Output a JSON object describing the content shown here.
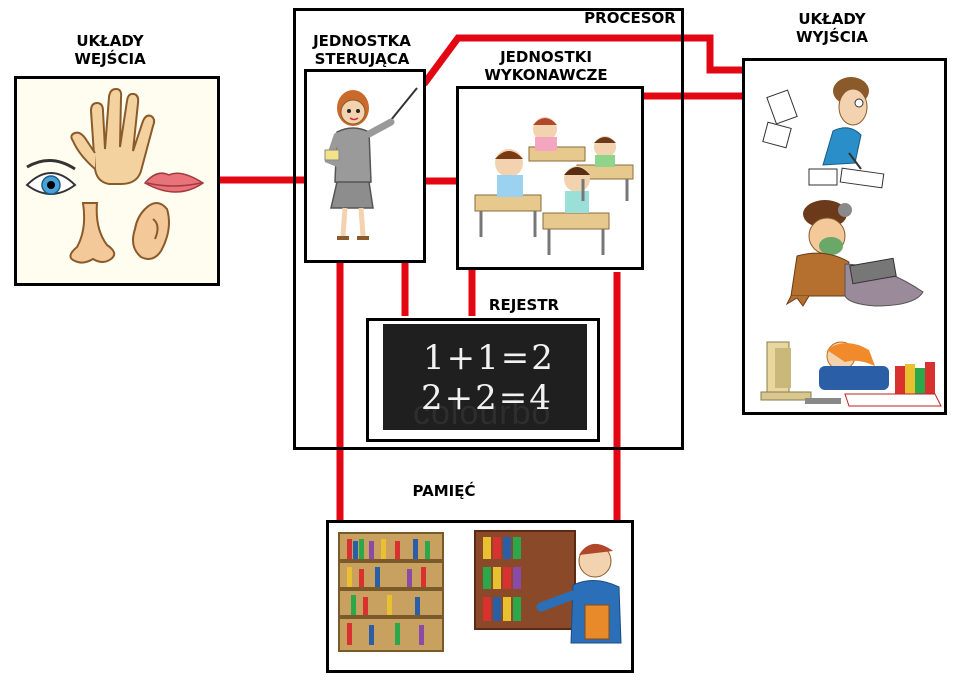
{
  "labels": {
    "input_title": "UKŁADY\nWEJŚCIA",
    "processor_title": "PROCESOR",
    "control_unit_title": "JEDNOSTKA\nSTERUJĄCA",
    "execution_units_title": "JEDNOSTKI\nWYKONAWCZE",
    "output_title": "UKŁADY\nWYJŚCIA",
    "register_title": "REJESTR",
    "memory_title": "PAMIĘĆ"
  },
  "blackboard": {
    "line1": "1+1=2",
    "line2": "2+2=4",
    "watermark": "colourbo"
  },
  "colors": {
    "connector": "#e30613",
    "border": "#000000",
    "blackboard": "#1f1f1f",
    "chalk": "#f2f2f2",
    "sense_panel": "#fffdf0"
  },
  "icons": {
    "input": [
      "eye-icon",
      "hand-icon",
      "lips-icon",
      "nose-icon",
      "ear-icon"
    ],
    "control_unit": [
      "teacher-pointer-icon"
    ],
    "execution_units": [
      "pupils-at-desks-icon"
    ],
    "output": [
      "writing-person-icon",
      "caveman-typing-icon",
      "child-at-computer-icon"
    ],
    "register": [
      "blackboard-icon"
    ],
    "memory": [
      "bookshelf-icon",
      "librarian-with-bookshelf-icon"
    ]
  }
}
